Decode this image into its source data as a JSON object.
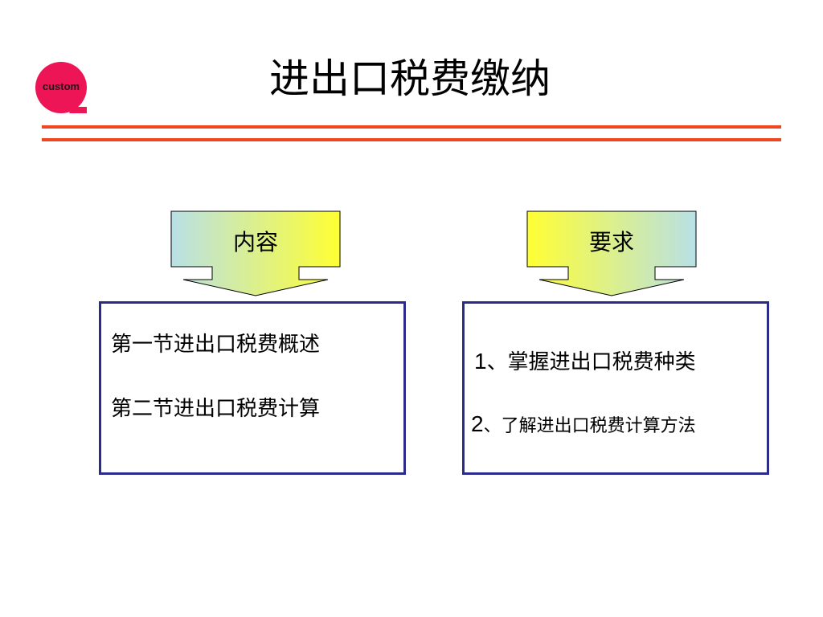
{
  "logo": {
    "text": "custom",
    "color": "#ee1557"
  },
  "title": "进出口税费缴纳",
  "rule_color": "#f0451f",
  "left_panel": {
    "header": "内容",
    "items": [
      "第一节进出口税费概述",
      "第二节进出口税费计算"
    ]
  },
  "right_panel": {
    "header": "要求",
    "items": [
      {
        "num": "1",
        "text": "、掌握进出口税费种类"
      },
      {
        "num": "2",
        "text": "、了解进出口税费计算方法"
      }
    ]
  },
  "box_border_color": "#2b2b8c"
}
